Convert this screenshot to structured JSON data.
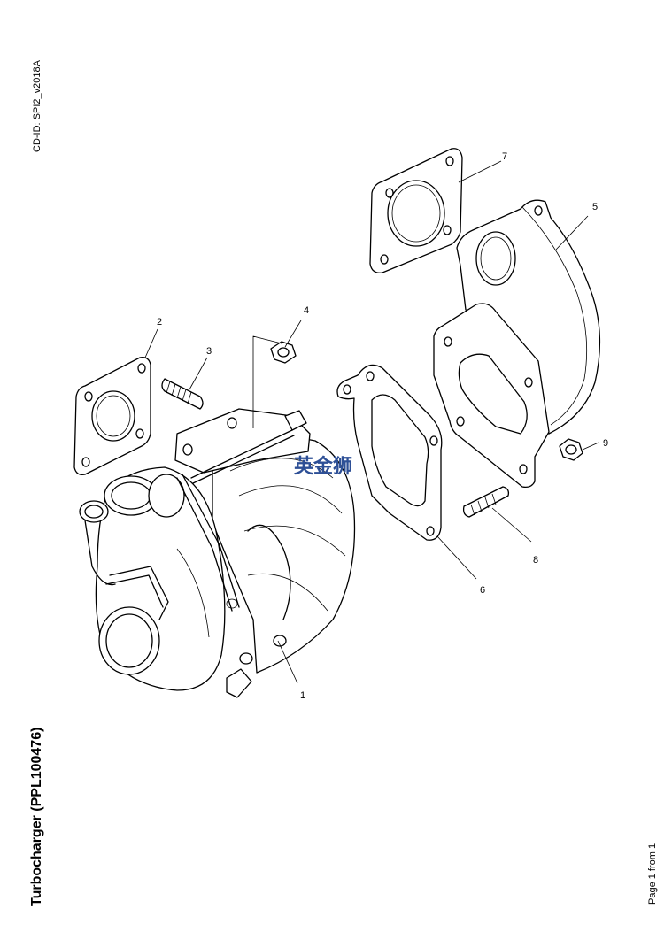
{
  "header": {
    "cd_id": "CD-ID: SPI2_v2018A"
  },
  "diagram": {
    "title": "Turbocharger (PPL100476)",
    "callouts": [
      "1",
      "2",
      "3",
      "4",
      "5",
      "6",
      "7",
      "8",
      "9"
    ],
    "watermark": "英金狮",
    "watermark_color": "#2d4f96"
  },
  "footer": {
    "page": "Page 1 from 1"
  }
}
